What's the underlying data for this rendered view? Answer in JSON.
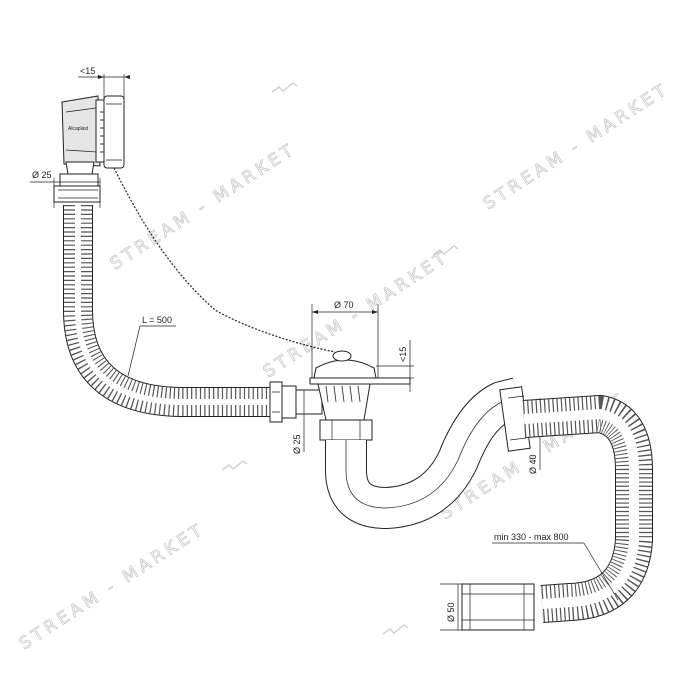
{
  "labels": {
    "top_gap": "<15",
    "overflow_diameter": "Ø 25",
    "flexible_length": "L = 500",
    "plug_diameter": "Ø 70",
    "plug_height": "<15",
    "outlet_diameter": "Ø 25",
    "trap_diameter": "Ø 40",
    "extension_range": "min 330 - max 800",
    "end_diameter": "Ø 50"
  },
  "watermark": {
    "text": "STREAM - MARKET"
  },
  "colors": {
    "line": "#222222",
    "watermark": "#c9c9c9",
    "background": "#ffffff"
  }
}
